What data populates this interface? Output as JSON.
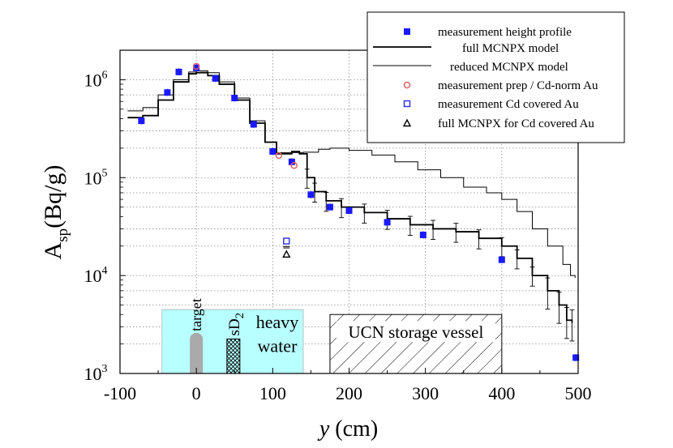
{
  "chart_data": {
    "type": "scatter",
    "title": "",
    "xlabel_var": "y",
    "xlabel_unit": "(cm)",
    "ylabel_main": "A",
    "ylabel_sub": "sp",
    "ylabel_unit": "(Bq/g)",
    "xlim": [
      -100,
      500
    ],
    "ylim": [
      1000,
      2000000
    ],
    "yscale": "log",
    "grid": true,
    "legend_position": "top-right",
    "x_ticks": [
      -100,
      0,
      100,
      200,
      300,
      400,
      500
    ],
    "x_tick_labels": [
      "-100",
      "0",
      "100",
      "200",
      "300",
      "400",
      "500"
    ],
    "y_ticks": [
      {
        "value": 1000,
        "base": "10",
        "exp": "3"
      },
      {
        "value": 10000,
        "base": "10",
        "exp": "4"
      },
      {
        "value": 100000,
        "base": "10",
        "exp": "5"
      },
      {
        "value": 1000000,
        "base": "10",
        "exp": "6"
      }
    ],
    "series": [
      {
        "name": "measurement height profile",
        "marker": "filled-square",
        "color": "#1a1aff",
        "points": [
          {
            "x": -72,
            "y": 380000
          },
          {
            "x": -38,
            "y": 740000
          },
          {
            "x": -23,
            "y": 1200000
          },
          {
            "x": 0,
            "y": 1320000
          },
          {
            "x": 25,
            "y": 1030000
          },
          {
            "x": 50,
            "y": 650000
          },
          {
            "x": 75,
            "y": 350000
          },
          {
            "x": 100,
            "y": 185000
          },
          {
            "x": 125,
            "y": 145000
          },
          {
            "x": 150,
            "y": 67000
          },
          {
            "x": 175,
            "y": 50000
          },
          {
            "x": 200,
            "y": 46000
          },
          {
            "x": 250,
            "y": 35000
          },
          {
            "x": 297,
            "y": 26000
          },
          {
            "x": 400,
            "y": 14500
          },
          {
            "x": 497,
            "y": 1450
          }
        ]
      },
      {
        "name": "full MCNPX model",
        "style": "thick-step",
        "points": [
          {
            "x": -90,
            "y": 410000
          },
          {
            "x": -70,
            "y": 430000
          },
          {
            "x": -50,
            "y": 620000
          },
          {
            "x": -30,
            "y": 950000
          },
          {
            "x": -10,
            "y": 1150000
          },
          {
            "x": 0,
            "y": 1180000
          },
          {
            "x": 15,
            "y": 1100000
          },
          {
            "x": 30,
            "y": 900000
          },
          {
            "x": 50,
            "y": 620000
          },
          {
            "x": 70,
            "y": 360000
          },
          {
            "x": 90,
            "y": 230000
          },
          {
            "x": 105,
            "y": 175000
          },
          {
            "x": 115,
            "y": 175000
          },
          {
            "x": 125,
            "y": 185000
          },
          {
            "x": 135,
            "y": 175000
          },
          {
            "x": 145,
            "y": 100000
          },
          {
            "x": 155,
            "y": 72000
          },
          {
            "x": 170,
            "y": 58000
          },
          {
            "x": 190,
            "y": 50000
          },
          {
            "x": 220,
            "y": 44000
          },
          {
            "x": 250,
            "y": 38000
          },
          {
            "x": 280,
            "y": 33000
          },
          {
            "x": 310,
            "y": 30000
          },
          {
            "x": 340,
            "y": 28000
          },
          {
            "x": 370,
            "y": 24000
          },
          {
            "x": 400,
            "y": 20000
          },
          {
            "x": 420,
            "y": 15000
          },
          {
            "x": 440,
            "y": 10000
          },
          {
            "x": 460,
            "y": 7000
          },
          {
            "x": 475,
            "y": 5000
          },
          {
            "x": 485,
            "y": 3500
          },
          {
            "x": 492,
            "y": 3300
          }
        ]
      },
      {
        "name": "reduced MCNPX model",
        "style": "thin-step",
        "points": [
          {
            "x": -90,
            "y": 480000
          },
          {
            "x": -70,
            "y": 520000
          },
          {
            "x": -50,
            "y": 700000
          },
          {
            "x": -30,
            "y": 1000000
          },
          {
            "x": -10,
            "y": 1200000
          },
          {
            "x": 0,
            "y": 1230000
          },
          {
            "x": 15,
            "y": 1180000
          },
          {
            "x": 30,
            "y": 950000
          },
          {
            "x": 50,
            "y": 650000
          },
          {
            "x": 70,
            "y": 380000
          },
          {
            "x": 90,
            "y": 230000
          },
          {
            "x": 105,
            "y": 180000
          },
          {
            "x": 120,
            "y": 180000
          },
          {
            "x": 140,
            "y": 182000
          },
          {
            "x": 160,
            "y": 195000
          },
          {
            "x": 175,
            "y": 200000
          },
          {
            "x": 200,
            "y": 190000
          },
          {
            "x": 230,
            "y": 170000
          },
          {
            "x": 260,
            "y": 145000
          },
          {
            "x": 290,
            "y": 120000
          },
          {
            "x": 320,
            "y": 100000
          },
          {
            "x": 350,
            "y": 80000
          },
          {
            "x": 380,
            "y": 70000
          },
          {
            "x": 400,
            "y": 60000
          },
          {
            "x": 420,
            "y": 45000
          },
          {
            "x": 440,
            "y": 30000
          },
          {
            "x": 460,
            "y": 20000
          },
          {
            "x": 480,
            "y": 13000
          },
          {
            "x": 490,
            "y": 10000
          },
          {
            "x": 496,
            "y": 9500
          }
        ]
      },
      {
        "name": "measurement prep / Cd-norm Au",
        "marker": "open-circle",
        "color": "#e06060",
        "points": [
          {
            "x": 0,
            "y": 1370000
          },
          {
            "x": 108,
            "y": 168000
          },
          {
            "x": 128,
            "y": 133000
          }
        ]
      },
      {
        "name": "measurement Cd covered Au",
        "marker": "open-square",
        "color": "#2a2aff",
        "points": [
          {
            "x": 118,
            "y": 22500
          }
        ]
      },
      {
        "name": "full MCNPX for Cd covered Au",
        "marker": "open-triangle",
        "color": "#000000",
        "points": [
          {
            "x": 118,
            "y": 16500
          }
        ]
      }
    ],
    "annotations": {
      "target_label": "target",
      "sd2_label": "sD",
      "sd2_sub": "2",
      "heavy_water_line1": "heavy",
      "heavy_water_line2": "water",
      "ucn_label": "UCN storage vessel",
      "heavy_water_region_x": [
        -45,
        140
      ],
      "heavy_water_region_y": [
        1000,
        4500
      ],
      "ucn_region_x": [
        175,
        400
      ],
      "ucn_region_y": [
        1000,
        4000
      ],
      "target_x": 0,
      "sd2_region_x": [
        40,
        57
      ]
    },
    "colors": {
      "heavy_water": "#b8ffff",
      "target": "#aaaaaa",
      "measurement": "#1a1aff",
      "cd_norm": "#e06060"
    }
  }
}
